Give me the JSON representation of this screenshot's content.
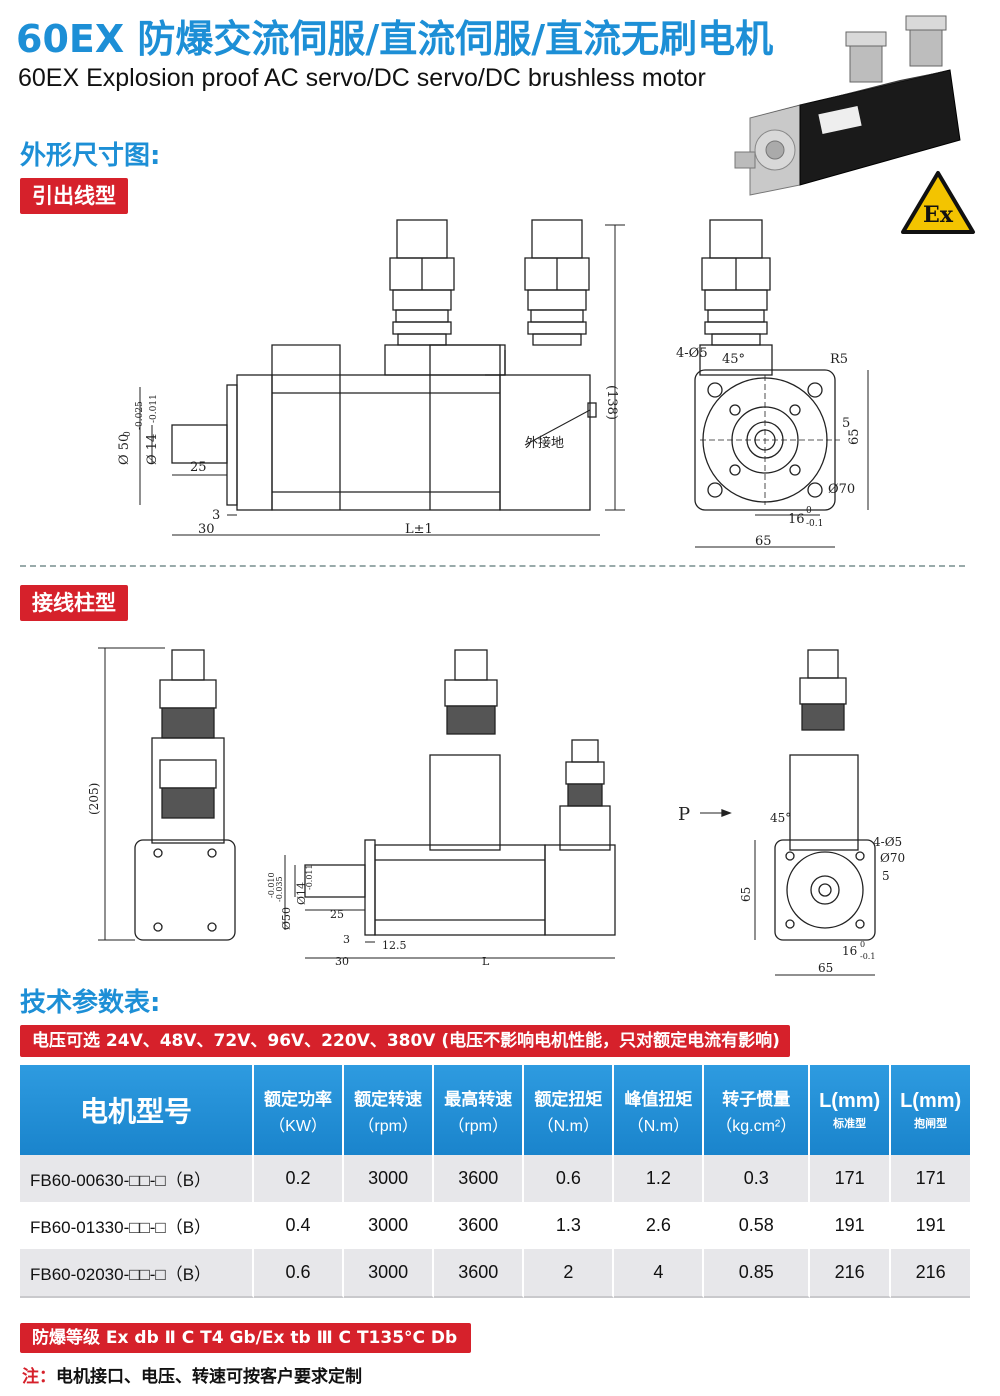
{
  "header": {
    "title_cn": "60EX 防爆交流伺服/直流伺服/直流无刷电机",
    "title_en": "60EX Explosion proof AC servo/DC servo/DC brushless motor",
    "ex_logo": "Ex"
  },
  "sections": {
    "dimensions": "外形尺寸图:",
    "lead_type": "引出线型",
    "terminal_type": "接线柱型",
    "tech_params": "技术参数表:"
  },
  "drawing1": {
    "d50": "Ø 50",
    "d50_tol_top": "0",
    "d50_tol_bot": "-0.025",
    "d14": "Ø 14",
    "d14_tol_top": "0",
    "d14_tol_bot": "-0.011",
    "dim_25": "25",
    "dim_3": "3",
    "dim_30": "30",
    "dim_L": "L±1",
    "dim_138": "(138)",
    "ground": "外接地",
    "holes": "4-Ø5",
    "angle": "45°",
    "r5": "R5",
    "dim_5": "5",
    "dim_65_v": "65",
    "d70": "Ø70",
    "dim_16": "16",
    "dim_16_tol_top": "0",
    "dim_16_tol_bot": "-0.1",
    "dim_65_h": "65"
  },
  "drawing2": {
    "dim_205": "(205)",
    "d50": "Ø50",
    "d50_tol_top": "-0.010",
    "d50_tol_bot": "-0.035",
    "d14": "Ø14",
    "d14_tol_top": "0",
    "d14_tol_bot": "-0.011",
    "dim_25": "25",
    "dim_3": "3",
    "dim_12_5": "12.5",
    "dim_30": "30",
    "dim_L": "L",
    "p_label": "P",
    "angle": "45°",
    "holes": "4-Ø5",
    "d70": "Ø70",
    "dim_5": "5",
    "dim_65_v": "65",
    "dim_16": "16",
    "dim_16_tol_top": "0",
    "dim_16_tol_bot": "-0.1",
    "dim_65_h": "65"
  },
  "voltage_note": "电压可选  24V、48V、72V、96V、220V、380V (电压不影响电机性能，只对额定电流有影响)",
  "table": {
    "headers": [
      {
        "main": "电机型号",
        "sub": "",
        "small": ""
      },
      {
        "main": "额定功率",
        "sub": "（KW）",
        "small": ""
      },
      {
        "main": "额定转速",
        "sub": "（rpm）",
        "small": ""
      },
      {
        "main": "最高转速",
        "sub": "（rpm）",
        "small": ""
      },
      {
        "main": "额定扭矩",
        "sub": "（N.m）",
        "small": ""
      },
      {
        "main": "峰值扭矩",
        "sub": "（N.m）",
        "small": ""
      },
      {
        "main": "转子惯量",
        "sub": "（kg.cm²）",
        "small": ""
      },
      {
        "main": "L(mm)",
        "sub": "",
        "small": "标准型"
      },
      {
        "main": "L(mm)",
        "sub": "",
        "small": "抱闸型"
      }
    ],
    "rows": [
      [
        "FB60-00630-□□-□（B）",
        "0.2",
        "3000",
        "3600",
        "0.6",
        "1.2",
        "0.3",
        "171",
        "171"
      ],
      [
        "FB60-01330-□□-□（B）",
        "0.4",
        "3000",
        "3600",
        "1.3",
        "2.6",
        "0.58",
        "191",
        "191"
      ],
      [
        "FB60-02030-□□-□（B）",
        "0.6",
        "3000",
        "3600",
        "2",
        "4",
        "0.85",
        "216",
        "216"
      ]
    ]
  },
  "explosion_grade": "防爆等级    Ex db  Ⅱ C  T4 Gb/Ex tb  Ⅲ C  T135°C  Db",
  "footer_note": {
    "lead": "注：",
    "text": "电机接口、电压、转速可按客户要求定制"
  },
  "colors": {
    "title_blue": "#1d8fd6",
    "accent_red": "#d6212b",
    "row_gray": "#e7e7ea",
    "logo_yellow": "#f3c400"
  }
}
